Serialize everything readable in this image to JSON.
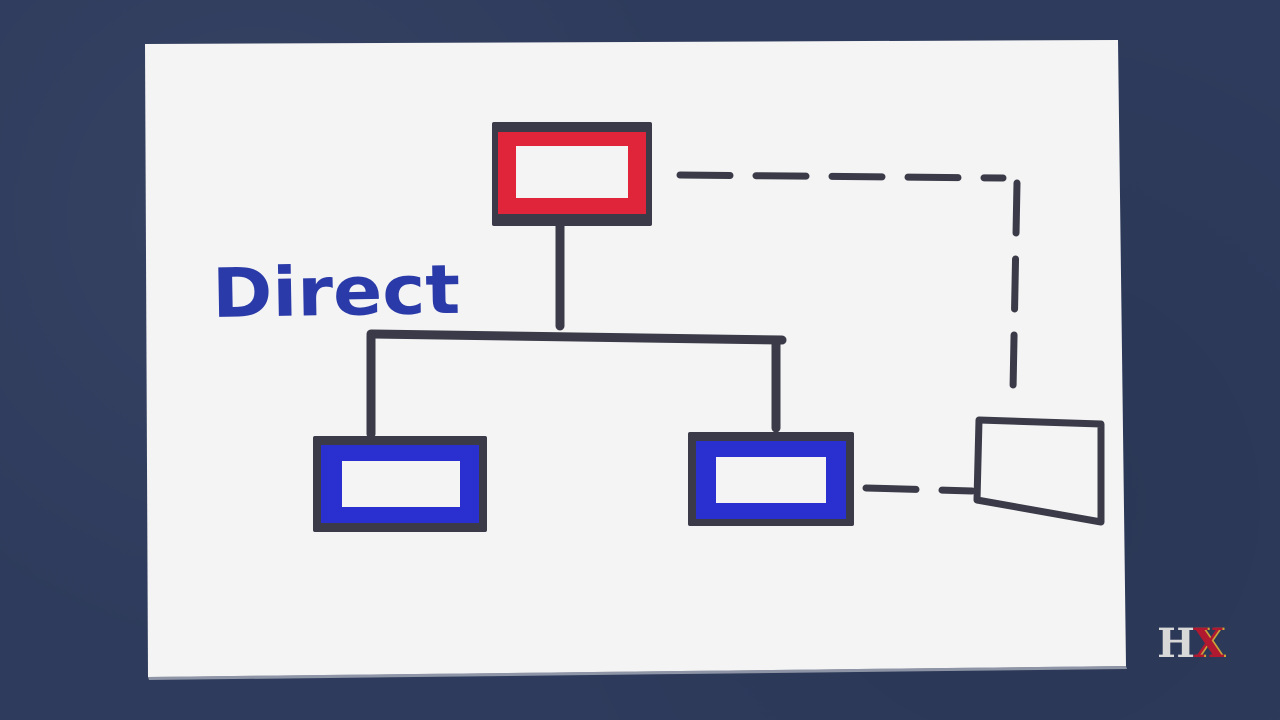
{
  "diagram": {
    "label": "Direct",
    "nodes": [
      {
        "id": "top",
        "accent": "#e0253a"
      },
      {
        "id": "left",
        "accent": "#2a2fd0"
      },
      {
        "id": "middle",
        "accent": "#2a2fd0"
      },
      {
        "id": "outside",
        "accent": "#ffffff"
      }
    ],
    "edges": [
      {
        "from": "top",
        "to": "left",
        "style": "solid"
      },
      {
        "from": "top",
        "to": "middle",
        "style": "solid"
      },
      {
        "from": "top",
        "to": "outside",
        "style": "dashed"
      },
      {
        "from": "middle",
        "to": "outside",
        "style": "dashed"
      }
    ]
  },
  "colors": {
    "background": "#2e3b5c",
    "paper": "#f4f4f4",
    "ink": "#3a3a48",
    "red": "#e0253a",
    "blue": "#2a2fd0",
    "label": "#2a3aa8"
  },
  "logo": {
    "letters": "HX"
  }
}
